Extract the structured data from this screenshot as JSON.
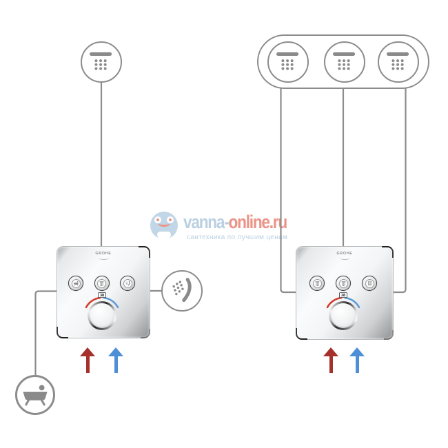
{
  "watermark": {
    "site_blue": "vanna-",
    "site_red": "online",
    "site_tld": ".ru",
    "tagline": "сантехника по лучшим ценам"
  },
  "panel": {
    "brand": "GROHE",
    "temperature": "38"
  },
  "colors": {
    "outline": "#8c8c8c",
    "icon": "#8a8a8a",
    "hot": "#a6302b",
    "cold": "#4e90d6",
    "arc_hot": "#d23b2b",
    "arc_cold": "#5b9bd8",
    "wm_blue": "#b5cde0",
    "wm_blue_logo": "#bcd3e4",
    "wm_red": "#ea8a7c"
  },
  "left_diagram": {
    "outlets": [
      "head-shower",
      "hand-shower",
      "bath-spout"
    ],
    "supplies": [
      "hot-water",
      "cold-water"
    ],
    "button_icons": [
      "bathtub",
      "head-shower",
      "hand-shower"
    ]
  },
  "right_diagram": {
    "outlets": [
      "head-shower-1",
      "head-shower-2",
      "head-shower-3"
    ],
    "supplies": [
      "hot-water",
      "cold-water"
    ],
    "button_icons": [
      "head-shower",
      "head-shower",
      "body-jets"
    ]
  }
}
